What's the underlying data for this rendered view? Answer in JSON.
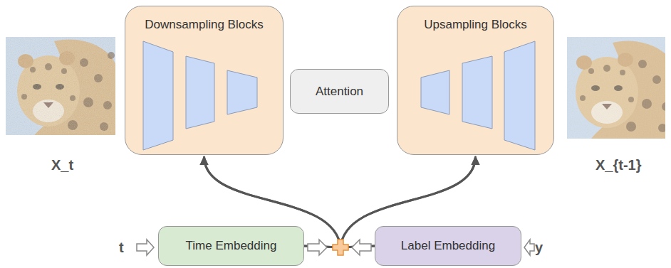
{
  "diagram": {
    "nodes": [
      {
        "text": [
          "Downsampling Blocks"
        ]
      },
      {
        "text": [
          "Attention"
        ]
      },
      {
        "text": [
          "Upsampling Blocks"
        ]
      },
      {
        "text": [
          "Time Embedding"
        ]
      },
      {
        "text": [
          "Label Embedding"
        ]
      }
    ],
    "edges": [
      {
        "from": 3,
        "to": 0,
        "arrow": "to"
      },
      {
        "from": 3,
        "to": 2,
        "arrow": "to"
      },
      {
        "from": 4,
        "to": 0,
        "arrow": "to"
      },
      {
        "from": 4,
        "to": 2,
        "arrow": "to"
      }
    ],
    "labels": [
      "X_t",
      "X_{t-1}",
      "t",
      "y"
    ]
  }
}
